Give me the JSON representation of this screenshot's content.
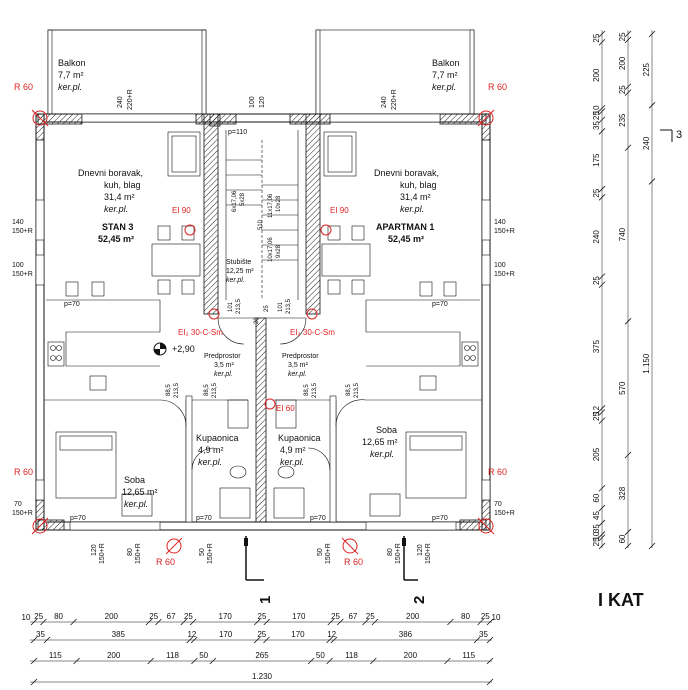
{
  "plan": {
    "floor_title": "I KAT",
    "marker_3": "3",
    "section_marks": [
      "1",
      "2"
    ],
    "level_mark": "+2,90",
    "rooms": [
      {
        "key": "balkon_left",
        "name": "Balkon",
        "area": "7,7 m²",
        "finish": "ker.pl."
      },
      {
        "key": "balkon_right",
        "name": "Balkon",
        "area": "7,7 m²",
        "finish": "ker.pl."
      },
      {
        "key": "dnevni_left",
        "name": "Dnevni boravak,",
        "name2": "kuh, blag",
        "area": "31,4 m²",
        "finish": "ker.pl."
      },
      {
        "key": "dnevni_right",
        "name": "Dnevni boravak,",
        "name2": "kuh, blag",
        "area": "31,4 m²",
        "finish": "ker.pl."
      },
      {
        "key": "soba_left",
        "name": "Soba",
        "area": "12,65 m²",
        "finish": "ker.pl."
      },
      {
        "key": "soba_right",
        "name": "Soba",
        "area": "12,65 m²",
        "finish": "ker.pl."
      },
      {
        "key": "kupaonica_left",
        "name": "Kupaonica",
        "area": "4,9 m²",
        "finish": "ker.pl."
      },
      {
        "key": "kupaonica_right",
        "name": "Kupaonica",
        "area": "4,9 m²",
        "finish": "ker.pl."
      },
      {
        "key": "predprostor_left",
        "name": "Predprostor",
        "area": "3,5 m²",
        "finish": "ker.pl."
      },
      {
        "key": "predprostor_right",
        "name": "Predprostor",
        "area": "3,5 m²",
        "finish": "ker.pl."
      },
      {
        "key": "stubiste",
        "name": "Stubište",
        "area": "12,25 m²",
        "finish": "ker.pl."
      }
    ],
    "units": [
      {
        "name": "STAN 3",
        "area": "52,45 m²"
      },
      {
        "name": "APARTMAN 1",
        "area": "52,45 m²"
      }
    ],
    "fire_labels": {
      "ei90": "EI 90",
      "ei60": "EI 60",
      "ei2": "EI₂ 30-C-Sm",
      "r60": "R 60"
    },
    "wall_openings": {
      "left_140": "140",
      "left_140r": "150+R",
      "left_100": "100",
      "left_100r": "150+R",
      "left_70": "70",
      "left_70r": "150+R",
      "p110": "p=110",
      "p70": "p=70",
      "balk_240": "240",
      "balk_220": "220+R",
      "top_100": "100",
      "top_120": "120",
      "bot_120": "120",
      "bot_150r": "150+R",
      "bot_80": "80",
      "bot_50": "50"
    },
    "stair_labels": {
      "s1": "6x17,06",
      "s2": "5x28",
      "s3": "11x17,06",
      "s4": "10x28",
      "s5": "10x17,06",
      "s6": "9x28",
      "w510": "510",
      "d101": "101",
      "d2135": "213,5",
      "d885": "88,5",
      "d20": "20",
      "d25": "25"
    },
    "bottom_dims": {
      "row1": [
        "25",
        "80",
        "200",
        "25",
        "67",
        "25",
        "170",
        "25",
        "170",
        "25",
        "67",
        "25",
        "200",
        "80",
        "25"
      ],
      "row1_ends": [
        "10",
        "10"
      ],
      "row2": [
        "35",
        "385",
        "12",
        "170",
        "25",
        "170",
        "12",
        "386",
        "35"
      ],
      "row3": [
        "115",
        "200",
        "118",
        "50",
        "265",
        "50",
        "118",
        "200",
        "115"
      ],
      "total": "1.230"
    },
    "right_dims": {
      "col1": [
        "25",
        "200",
        "10",
        "25",
        "35",
        "175",
        "25",
        "240",
        "25",
        "375",
        "12",
        "25",
        "205",
        "60",
        "45",
        "35",
        "10",
        "25"
      ],
      "col2": [
        "25",
        "200",
        "25",
        "235",
        "740",
        "570",
        "328",
        "60"
      ],
      "col3": [
        "225",
        "240",
        "1.150"
      ]
    }
  }
}
